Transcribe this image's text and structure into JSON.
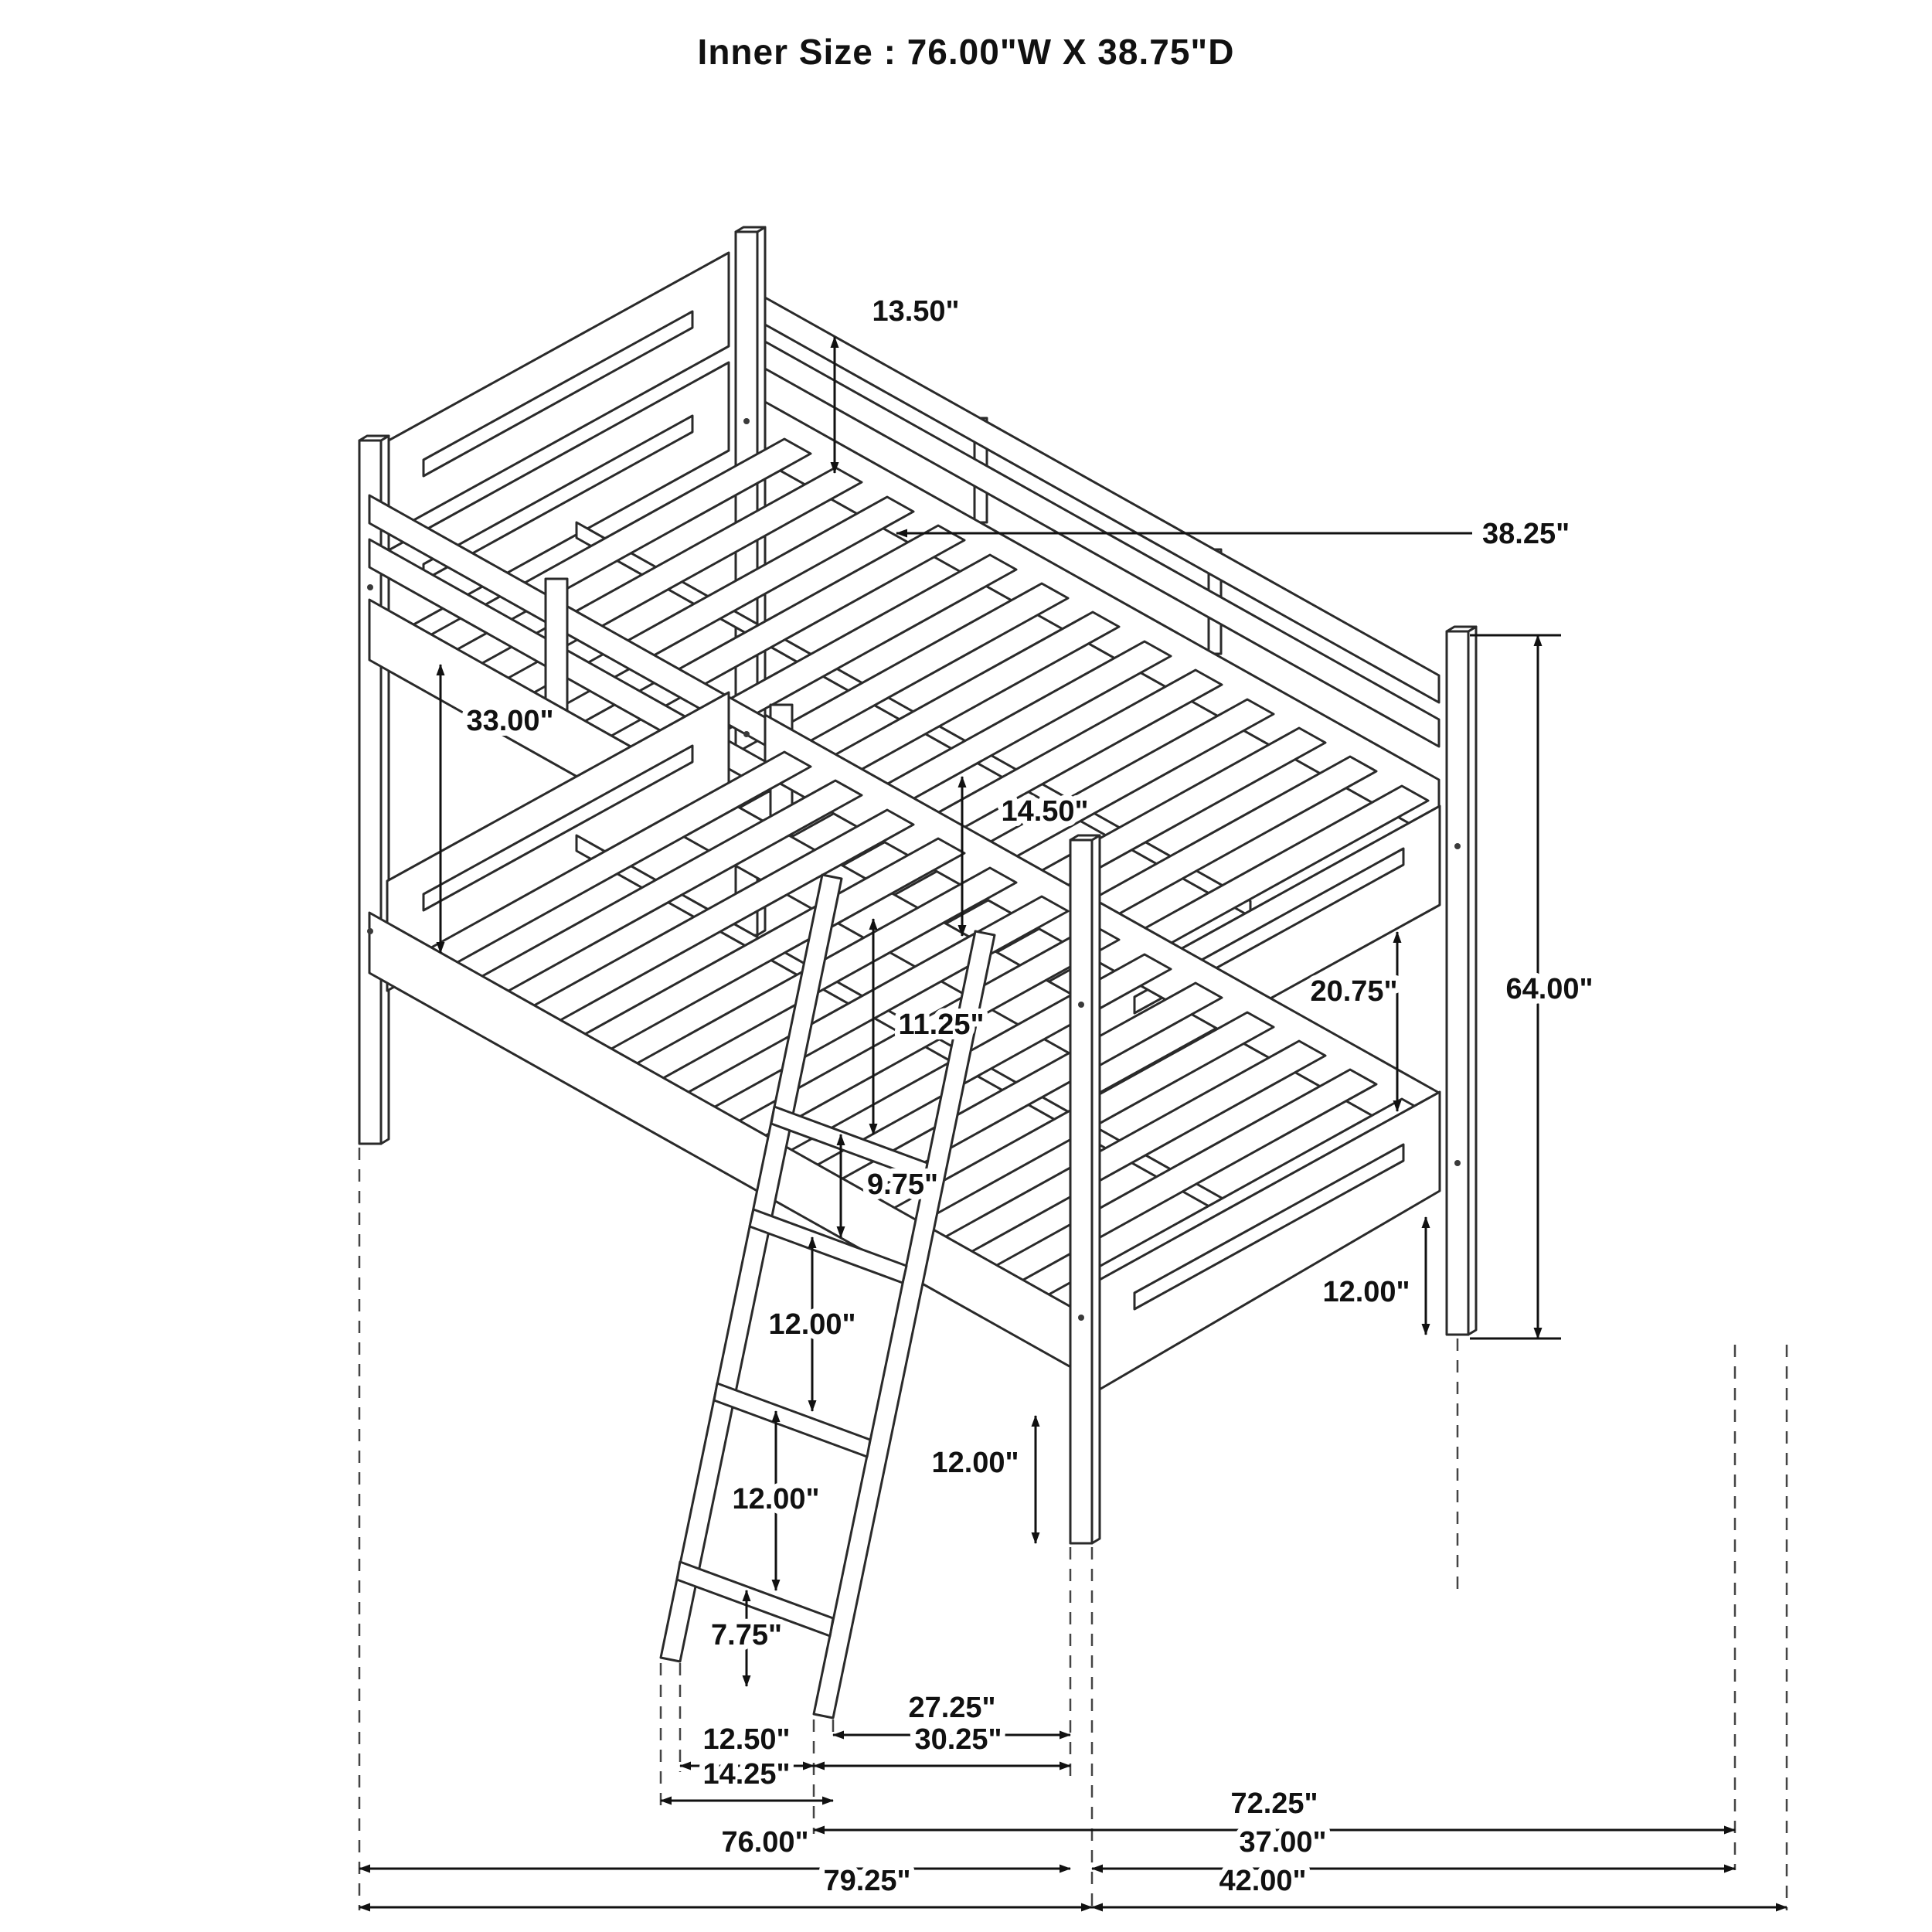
{
  "title": "Inner Size : 76.00\"W X 38.75\"D",
  "dims": {
    "headboard_top_section": "13.50\"",
    "slat_length": "38.25\"",
    "upper_rail_to_lower_rail": "33.00\"",
    "guardrail_height": "14.50\"",
    "bunk_opening": "20.75\"",
    "overall_height": "64.00\"",
    "ladder_gap_1": "11.25\"",
    "ladder_gap_2": "9.75\"",
    "ladder_gap_3": "12.00\"",
    "ladder_gap_4": "12.00\"",
    "ladder_gap_5": "7.75\"",
    "footboard_leg_height": "12.00\"",
    "front_leg_height": "12.00\"",
    "ladder_foot_to_post": "27.25\"",
    "ladder_span_outer": "30.25\"",
    "ladder_feet_inner": "12.50\"",
    "ladder_feet_outer": "14.25\"",
    "lower_rail_length": "72.25\"",
    "bed_length": "76.00\"",
    "bed_depth": "37.00\"",
    "overall_length": "79.25\"",
    "overall_depth": "42.00\""
  }
}
